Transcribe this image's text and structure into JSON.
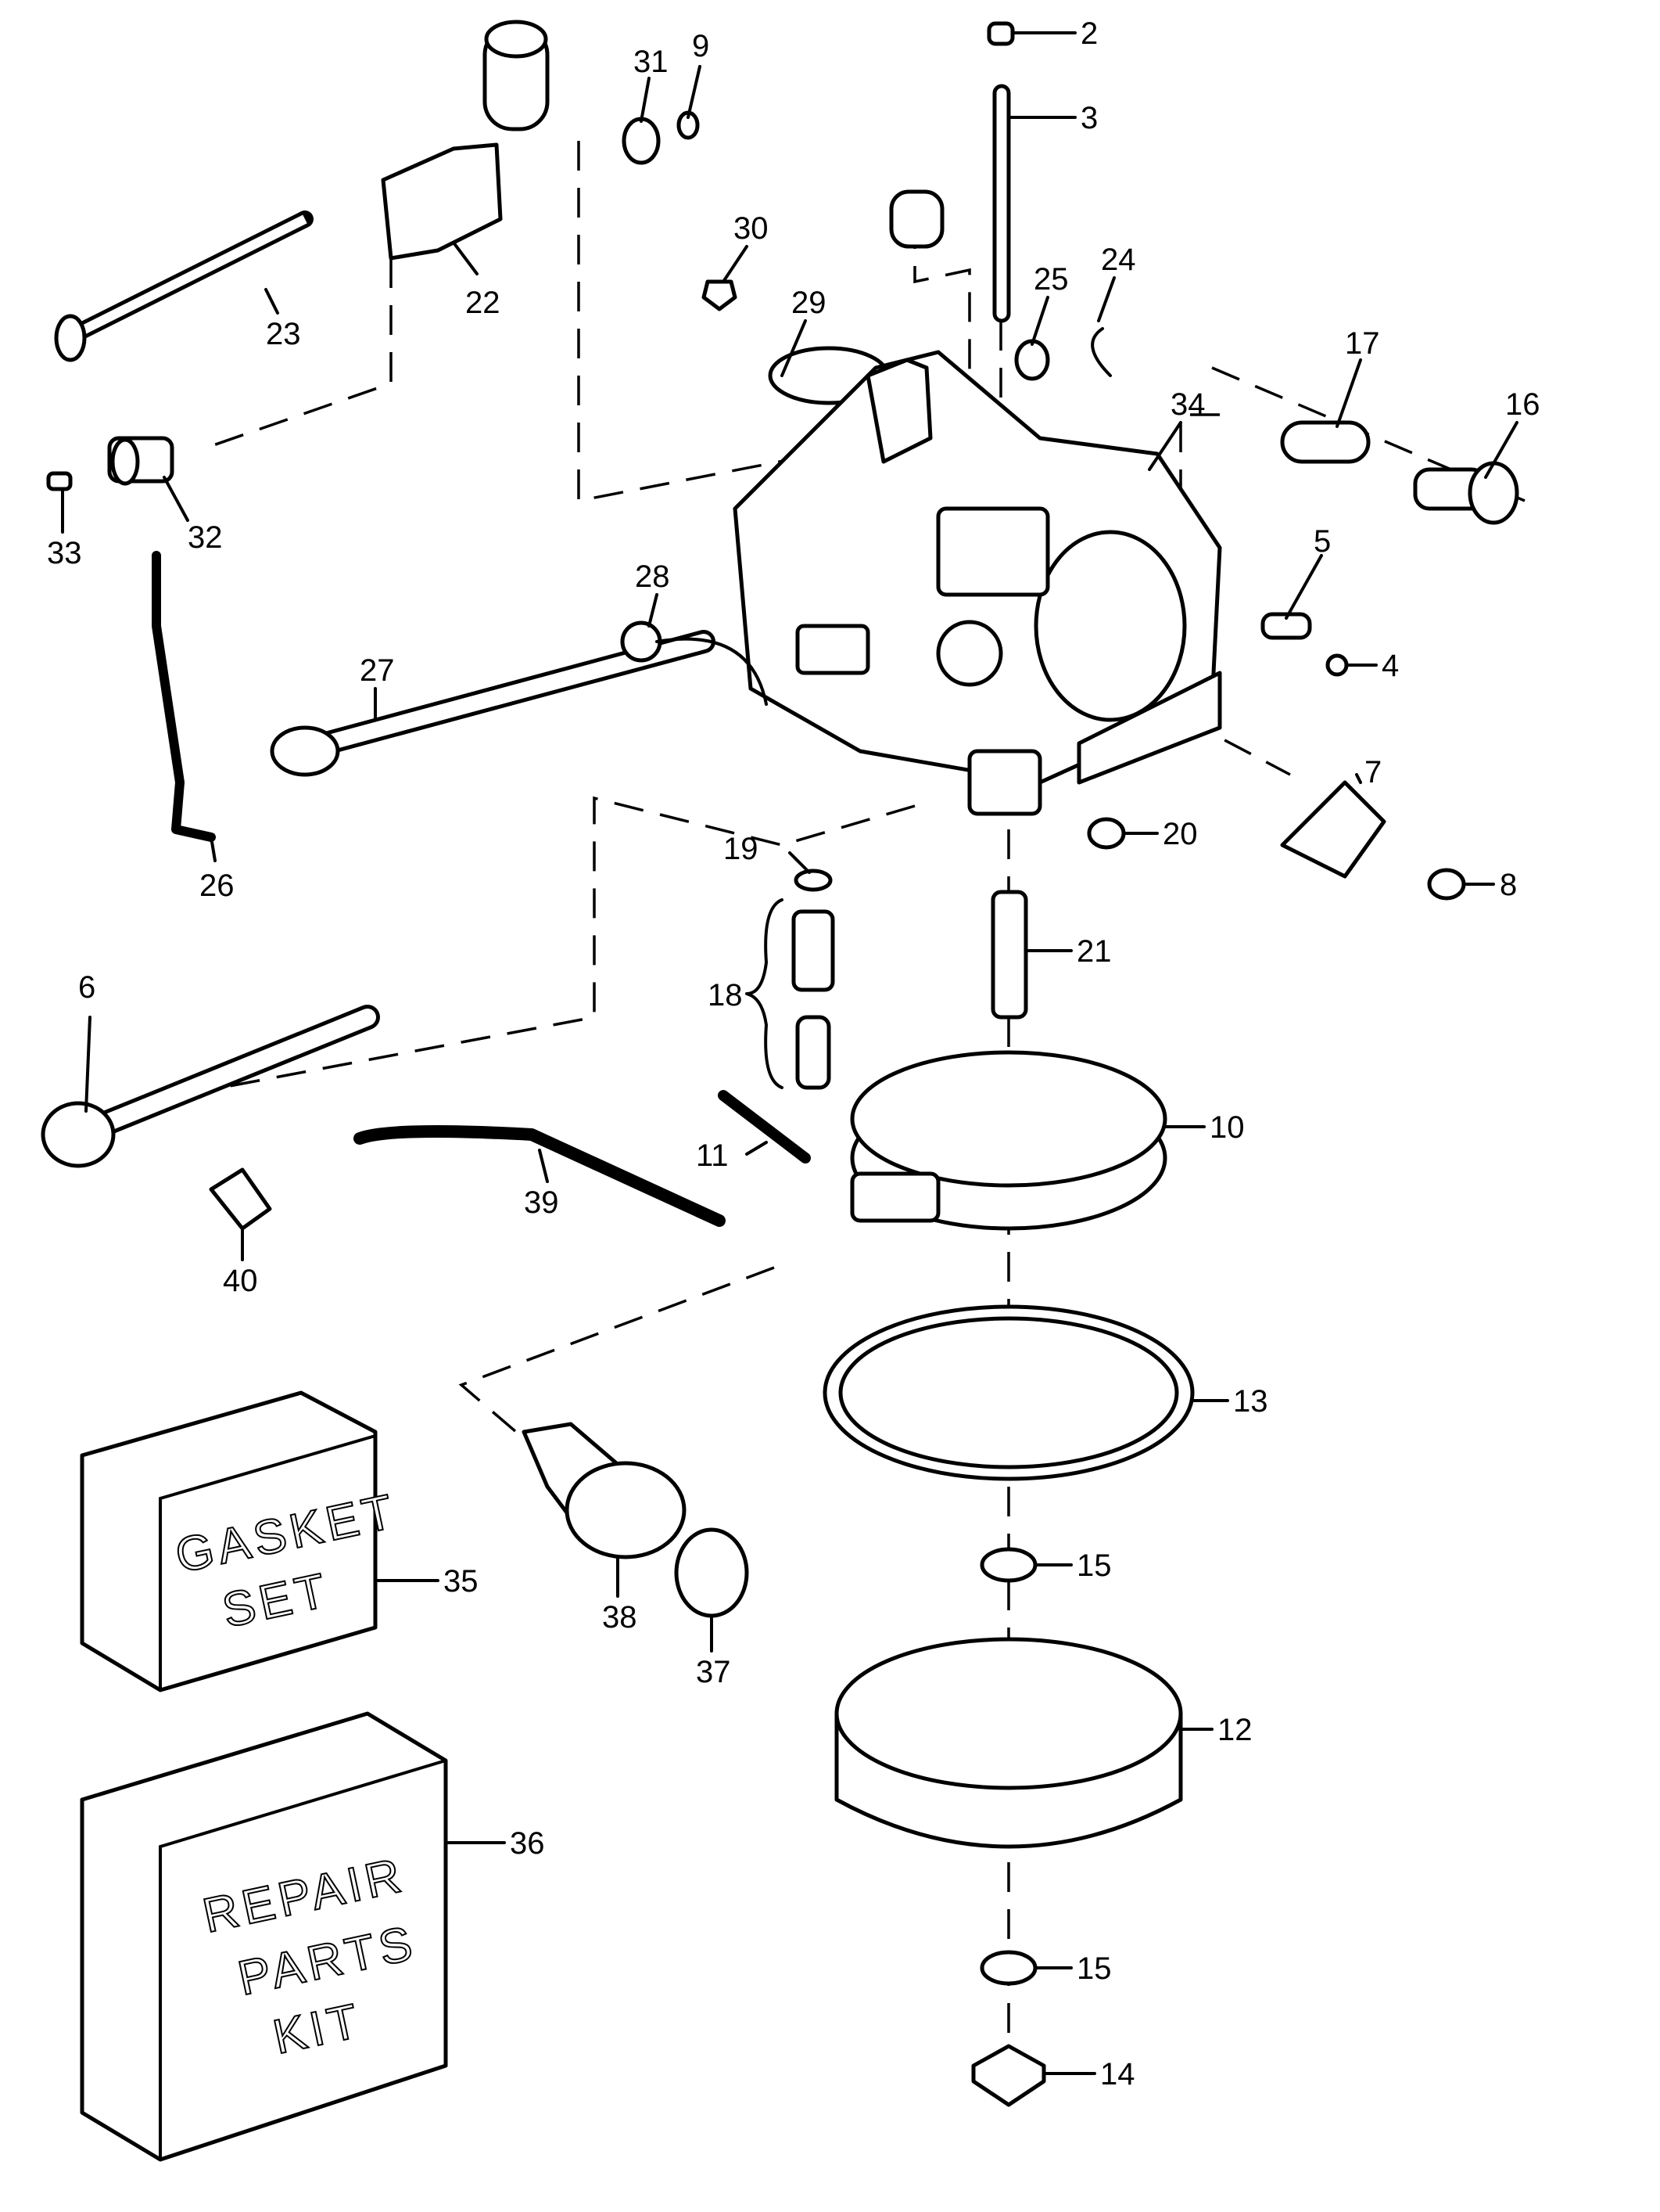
{
  "diagram": {
    "subject": "Carburetor exploded parts view",
    "callouts": [
      "2",
      "3",
      "4",
      "5",
      "6",
      "7",
      "8",
      "9",
      "10",
      "11",
      "12",
      "13",
      "14",
      "15",
      "15",
      "16",
      "17",
      "18",
      "19",
      "20",
      "21",
      "22",
      "23",
      "24",
      "25",
      "26",
      "27",
      "28",
      "29",
      "30",
      "31",
      "32",
      "33",
      "34",
      "35",
      "36",
      "37",
      "38",
      "39",
      "40"
    ],
    "boxes": {
      "gasket_set": [
        "GASKET",
        "SET"
      ],
      "repair_kit": [
        "REPAIR",
        "PARTS",
        "KIT"
      ]
    }
  }
}
